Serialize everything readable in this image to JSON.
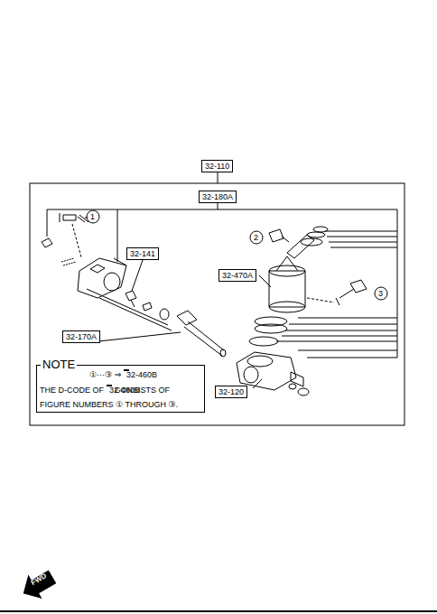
{
  "diagram": {
    "nodes": [
      {
        "text": [
          "32-110"
        ]
      },
      {
        "text": [
          "32-180A"
        ]
      },
      {
        "text": [
          "32-141"
        ]
      },
      {
        "text": [
          "32-470A"
        ]
      },
      {
        "text": [
          "32-170A"
        ]
      },
      {
        "text": [
          "32-120"
        ]
      },
      {
        "text": [
          "NOTE",
          "①···③ ⇒",
          "THE D-CODE OF",
          "CONSISTS OF",
          "FIGURE NUMBERS ① THROUGH ③."
        ]
      },
      {
        "text": [
          "32-460B"
        ],
        "in": 6
      },
      {
        "text": [
          "32-460B"
        ],
        "in": 6
      }
    ],
    "labels": [
      "1",
      "2",
      "3",
      "FWD"
    ]
  }
}
